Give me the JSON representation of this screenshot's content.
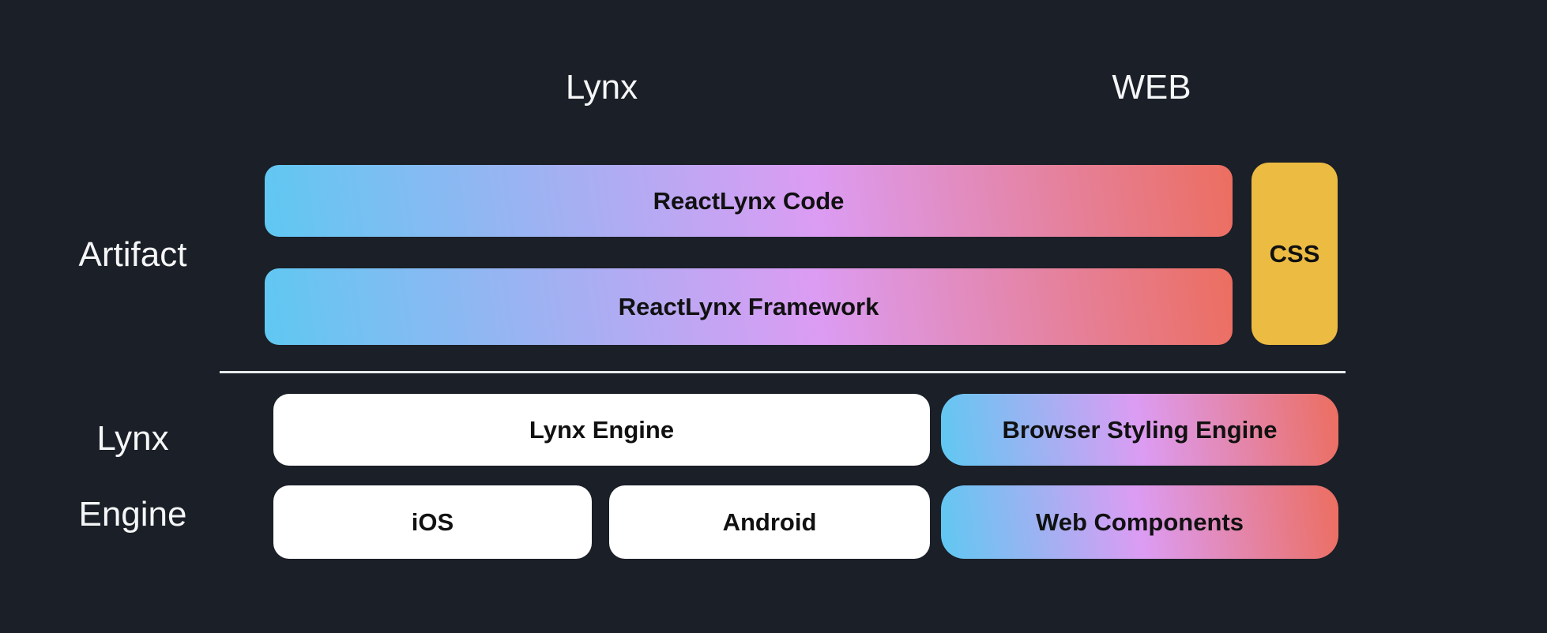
{
  "diagram": {
    "columns": {
      "lynx_title": "Lynx",
      "web_title": "WEB"
    },
    "artifact_row": {
      "label": "Artifact",
      "bars": [
        {
          "label": "ReactLynx Code"
        },
        {
          "label": "ReactLynx Framework"
        }
      ],
      "css_box_label": "CSS"
    },
    "engine_row": {
      "label_line1": "Lynx",
      "label_line2": "Engine",
      "lynx_engine_label": "Lynx Engine",
      "browser_styling_engine_label": "Browser Styling Engine",
      "ios_label": "iOS",
      "android_label": "Android",
      "web_components_label": "Web Components"
    }
  },
  "colors": {
    "background": "#1b1f27",
    "gradient-start": "#5fc8f2",
    "gradient-mid": "#dc9cf3",
    "gradient-end": "#ec6e60",
    "css-yellow": "#ecbb42",
    "box-white": "#ffffff",
    "text-light": "#f5f6f7",
    "text-dark": "#111111",
    "divider": "#e8eaed"
  }
}
